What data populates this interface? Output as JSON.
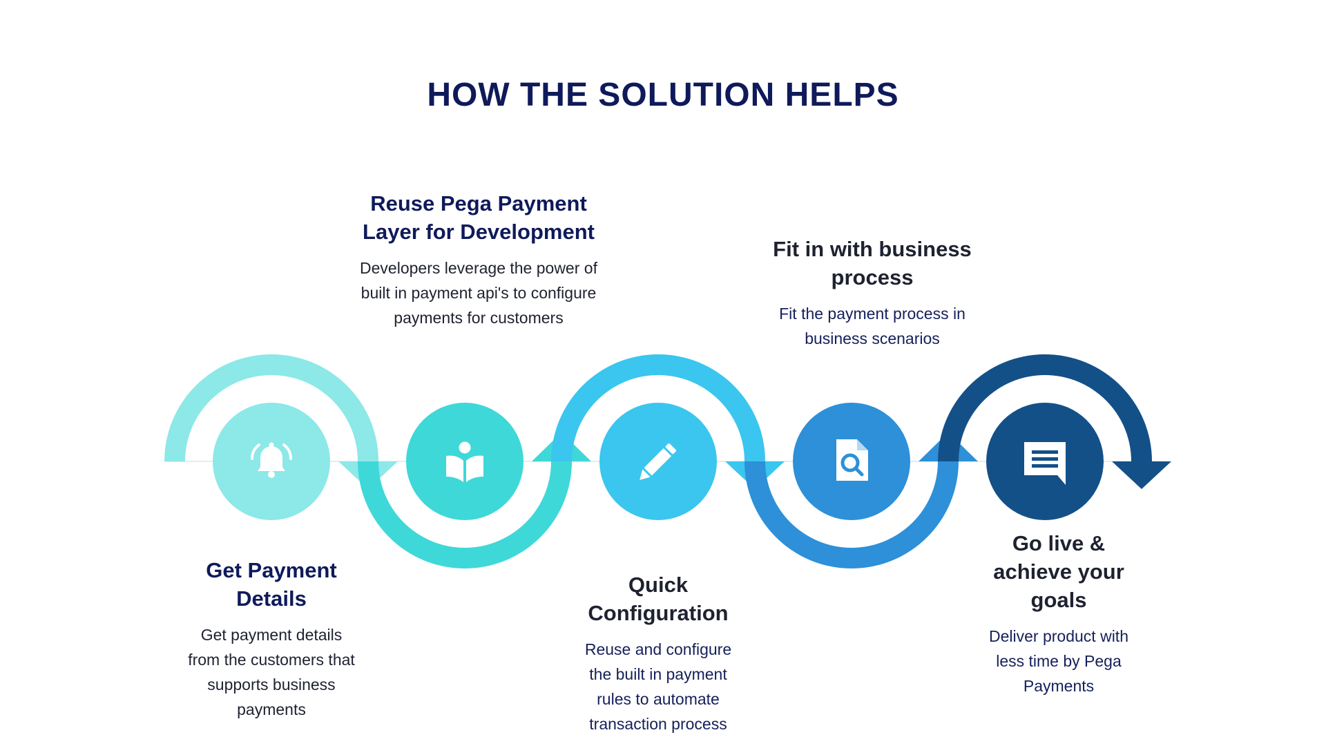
{
  "title": "HOW THE SOLUTION HELPS",
  "colors": {
    "step1": "#8de8e8",
    "step2": "#3fd8d8",
    "step3": "#3ac6ee",
    "step4": "#2d90d8",
    "step5": "#145088",
    "heading": "#0f1a5a",
    "text": "#1e2230"
  },
  "steps": [
    {
      "heading": "Get Payment Details",
      "heading_lines": [
        "Get Payment",
        "Details"
      ],
      "description_lines": [
        "Get payment details",
        "from the customers that",
        "supports business",
        "payments"
      ],
      "icon": "bell-icon"
    },
    {
      "heading": "Reuse Pega Payment Layer for Development",
      "heading_lines": [
        "Reuse Pega Payment",
        "Layer for Development"
      ],
      "description_lines": [
        "Developers leverage the power of",
        "built in payment api's to configure",
        "payments for customers"
      ],
      "icon": "reader-book-icon"
    },
    {
      "heading": "Quick Configuration",
      "heading_lines": [
        "Quick",
        "Configuration"
      ],
      "description_lines": [
        "Reuse and configure",
        "the built in payment",
        "rules to automate",
        "transaction process"
      ],
      "icon": "pencil-icon"
    },
    {
      "heading": "Fit in with business process",
      "heading_lines": [
        "Fit in with business",
        "process"
      ],
      "description_lines": [
        "Fit the payment process in",
        "business scenarios"
      ],
      "icon": "document-search-icon"
    },
    {
      "heading": "Go live & achieve your goals",
      "heading_lines": [
        "Go live &",
        "achieve your",
        "goals"
      ],
      "description_lines": [
        "Deliver product with",
        "less time by Pega",
        "Payments"
      ],
      "icon": "message-icon"
    }
  ]
}
